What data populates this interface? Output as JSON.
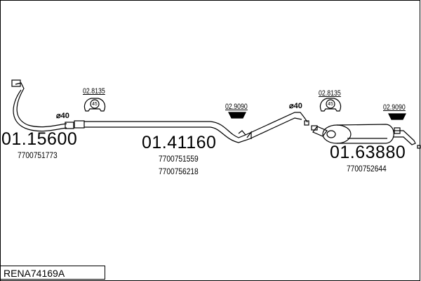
{
  "diagram_code": "RENA74169A",
  "parts": [
    {
      "number": "01.15600",
      "refs": [
        "7700751773"
      ]
    },
    {
      "number": "01.41160",
      "refs": [
        "7700751559",
        "7700756218"
      ]
    },
    {
      "number": "01.63880",
      "refs": [
        "7700752644"
      ]
    }
  ],
  "fittings": [
    {
      "ref": "02.8135",
      "badge": "45"
    },
    {
      "ref": "02.9090"
    },
    {
      "ref": "02.8135",
      "badge": "45"
    },
    {
      "ref": "02.9090"
    }
  ],
  "diameters": [
    "⌀40",
    "⌀40"
  ]
}
